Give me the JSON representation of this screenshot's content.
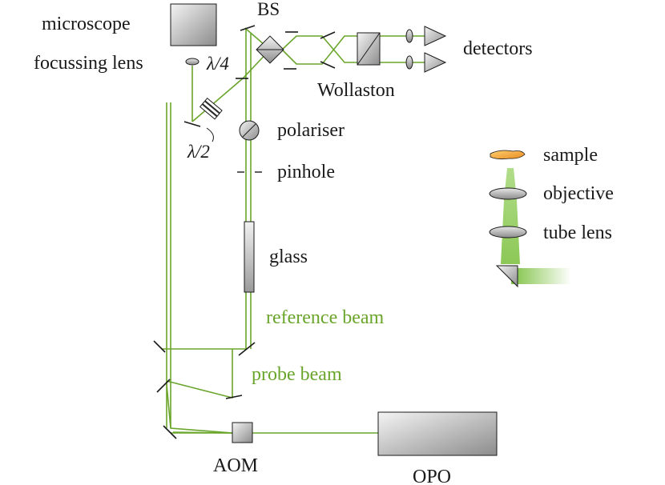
{
  "labels": {
    "microscope": "microscope",
    "focussing_lens": "focussing lens",
    "lambda_quarter": "λ/4",
    "lambda_half": "λ/2",
    "bs": "BS",
    "detectors": "detectors",
    "wollaston": "Wollaston",
    "polariser": "polariser",
    "pinhole": "pinhole",
    "glass": "glass",
    "reference_beam": "reference beam",
    "probe_beam": "probe beam",
    "aom": "AOM",
    "opo": "OPO"
  },
  "inset": {
    "sample": "sample",
    "objective": "objective",
    "tube_lens": "tube lens"
  },
  "colors": {
    "beam": "#6aa52b",
    "text_green": "#6aa52b",
    "sample": "#f0a030",
    "component_gray": "#b8b8b8"
  }
}
